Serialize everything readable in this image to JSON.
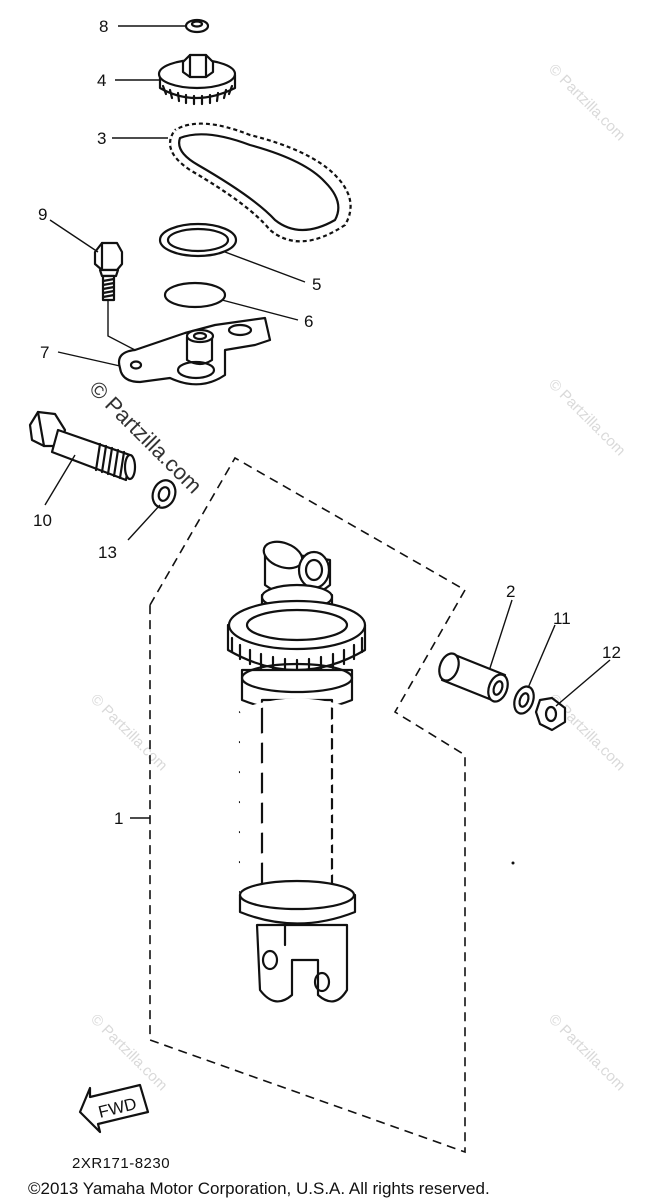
{
  "diagram": {
    "callouts": [
      {
        "id": "c8",
        "label": "8"
      },
      {
        "id": "c4",
        "label": "4"
      },
      {
        "id": "c3",
        "label": "3"
      },
      {
        "id": "c9",
        "label": "9"
      },
      {
        "id": "c5",
        "label": "5"
      },
      {
        "id": "c6",
        "label": "6"
      },
      {
        "id": "c7",
        "label": "7"
      },
      {
        "id": "c10",
        "label": "10"
      },
      {
        "id": "c13",
        "label": "13"
      },
      {
        "id": "c2",
        "label": "2"
      },
      {
        "id": "c11",
        "label": "11"
      },
      {
        "id": "c12",
        "label": "12"
      },
      {
        "id": "c1",
        "label": "1"
      }
    ],
    "watermark_text": "© Partzilla.com",
    "fwd_label": "FWD",
    "diagram_code": "2XR171-8230",
    "copyright": "©2013 Yamaha Motor Corporation, U.S.A. All rights reserved."
  }
}
